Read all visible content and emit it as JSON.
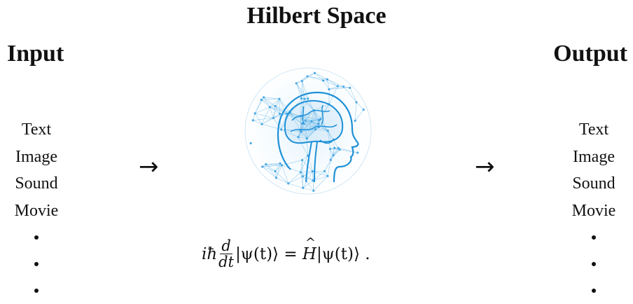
{
  "title": "Hilbert Space",
  "input": {
    "heading": "Input",
    "items": [
      "Text",
      "Image",
      "Sound",
      "Movie"
    ]
  },
  "output": {
    "heading": "Output",
    "items": [
      "Text",
      "Image",
      "Sound",
      "Movie"
    ]
  },
  "arrow": "→",
  "center_image": "brain-network-sphere",
  "equation": {
    "lhs_prefix": "iħ",
    "frac_num": "d",
    "frac_den": "dt",
    "ket": "|ψ(t)⟩",
    "equals": " = ",
    "operator": "H",
    "rhs_ket": "|ψ(t)⟩ ."
  },
  "colors": {
    "brain_blue": "#1e90d8",
    "brain_light": "#7cc4ee",
    "text": "#111111"
  }
}
